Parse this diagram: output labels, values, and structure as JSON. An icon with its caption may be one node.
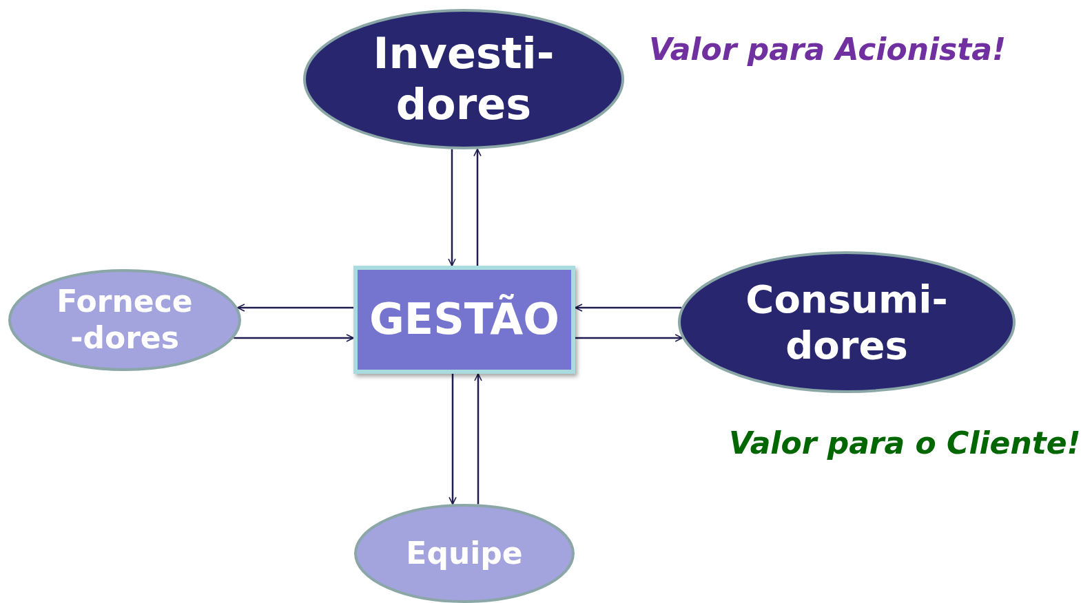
{
  "diagram": {
    "nodes": [
      {
        "text": [
          "Investi- dores"
        ]
      },
      {
        "text": [
          "Fornece -dores"
        ]
      },
      {
        "text": [
          "GESTÃO"
        ]
      },
      {
        "text": [
          "Consumi- dores"
        ]
      },
      {
        "text": [
          "Equipe"
        ]
      }
    ],
    "edges": [
      {
        "from": 0,
        "to": 2,
        "arrow": "to"
      },
      {
        "from": 2,
        "to": 0,
        "arrow": "to"
      },
      {
        "from": 2,
        "to": 1,
        "arrow": "to"
      },
      {
        "from": 1,
        "to": 2,
        "arrow": "to"
      },
      {
        "from": 3,
        "to": 2,
        "arrow": "to"
      },
      {
        "from": 2,
        "to": 3,
        "arrow": "to"
      },
      {
        "from": 2,
        "to": 4,
        "arrow": "to"
      },
      {
        "from": 4,
        "to": 2,
        "arrow": "to"
      }
    ],
    "labels": [
      "Valor para Acionista!",
      "Valor para o Cliente!"
    ]
  }
}
